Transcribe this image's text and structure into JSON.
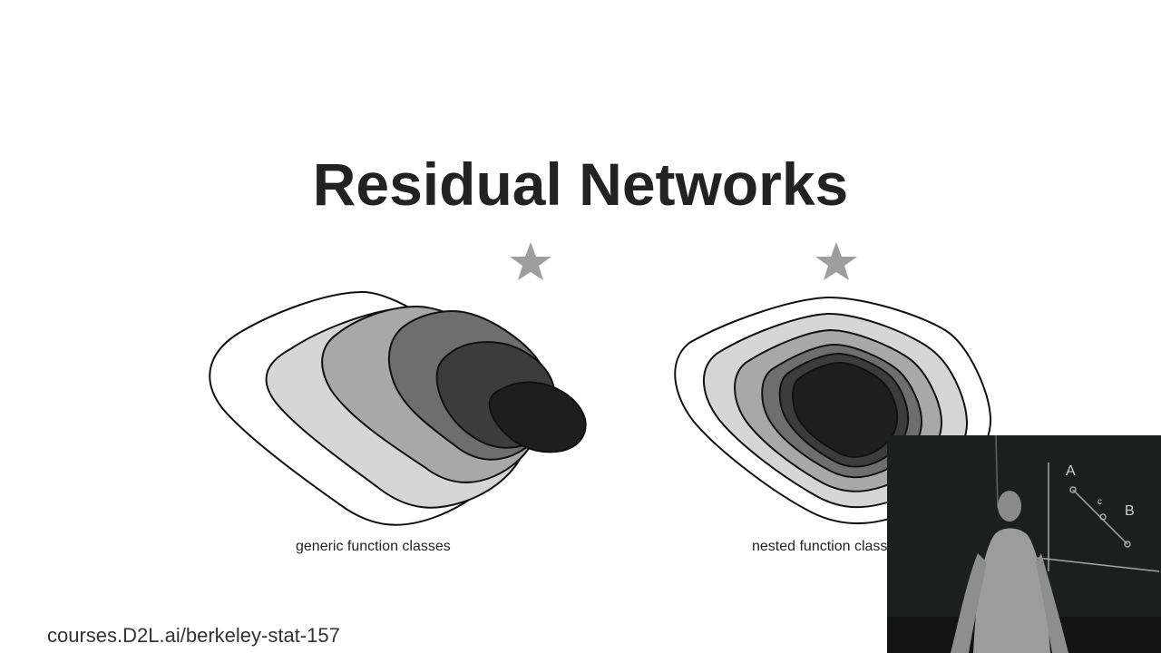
{
  "slide": {
    "title": "Residual Networks",
    "footer_url": "courses.D2L.ai/berkeley-stat-157"
  },
  "diagrams": {
    "left_caption": "generic function classes",
    "right_caption": "nested function classes",
    "star_icon": "star-icon",
    "fill_shades": [
      "#ffffff",
      "#d6d6d6",
      "#a8a8a8",
      "#6e6e6e",
      "#3c3c3c",
      "#1e1e1e"
    ]
  },
  "video_inset": {
    "board_labels": [
      "A",
      "c",
      "B"
    ]
  }
}
